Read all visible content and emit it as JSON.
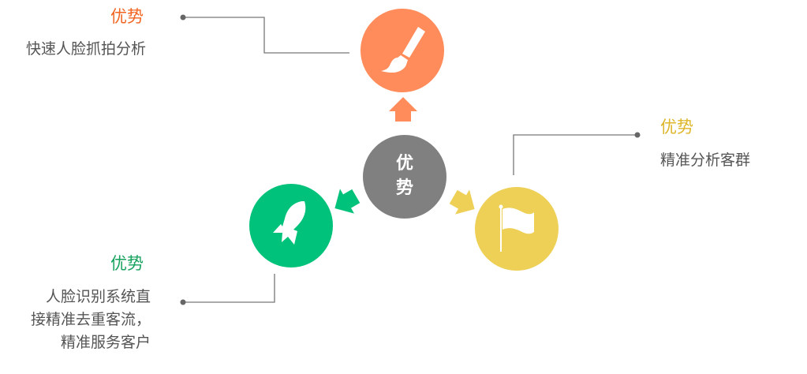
{
  "center": {
    "label_line1": "优",
    "label_line2": "势",
    "color": "#808080"
  },
  "nodes": [
    {
      "title": "优势",
      "desc_lines": [
        "快速人脸抓拍分析"
      ],
      "icon": "paintbrush-icon",
      "color": "#FF8C5A",
      "title_color": "#F26522"
    },
    {
      "title": "优势",
      "desc_lines": [
        "精准分析客群"
      ],
      "icon": "flag-icon",
      "color": "#EDD055",
      "title_color": "#DDB62A"
    },
    {
      "title": "优势",
      "desc_lines": [
        "人脸识别系统直",
        "接精准去重客流，",
        "精准服务客户"
      ],
      "icon": "rocket-icon",
      "color": "#00C27A",
      "title_color": "#17A35E"
    }
  ]
}
